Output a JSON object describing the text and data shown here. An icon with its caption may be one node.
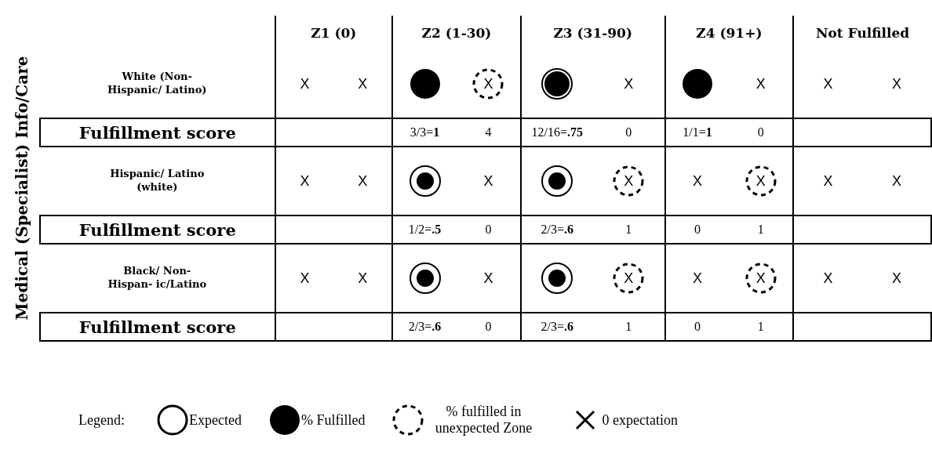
{
  "diagram": {
    "labels": [
      "Medical (Specialist) Info/Care",
      "Z1 (0)",
      "Z2 (1-30)",
      "Z3 (31-90)",
      "Z4 (91+)",
      "Not Fulfilled",
      "White (Non-Hispanic/ Latino)",
      "X",
      "X",
      "X",
      "X",
      "X",
      "X",
      "X",
      "Fulfillment score",
      "3/3=**1**",
      "4",
      "12/16=**.75**",
      "0",
      "1/1=**1**",
      "0",
      "Hispanic/ Latino (white)",
      "X",
      "X",
      "X",
      "X",
      "X",
      "X",
      "X",
      "X",
      "Fulfillment score",
      "1/2=**.5**",
      "0",
      "2/3=**.6**",
      "1",
      "0",
      "1",
      "Black/ Non-Hispan- ic/Latino",
      "X",
      "X",
      "X",
      "X",
      "X",
      "X",
      "X",
      "X",
      "Fulfillment score",
      "2/3=**.6**",
      "0",
      "2/3=**.6**",
      "1",
      "0",
      "1",
      "Legend:"
    ],
    "legend": [
      {
        "text": "Expected"
      },
      {
        "text": "% Fulfilled"
      },
      {
        "text": "% fulfilled in unexpected Zone"
      },
      {
        "text": "0 expectation"
      }
    ]
  }
}
